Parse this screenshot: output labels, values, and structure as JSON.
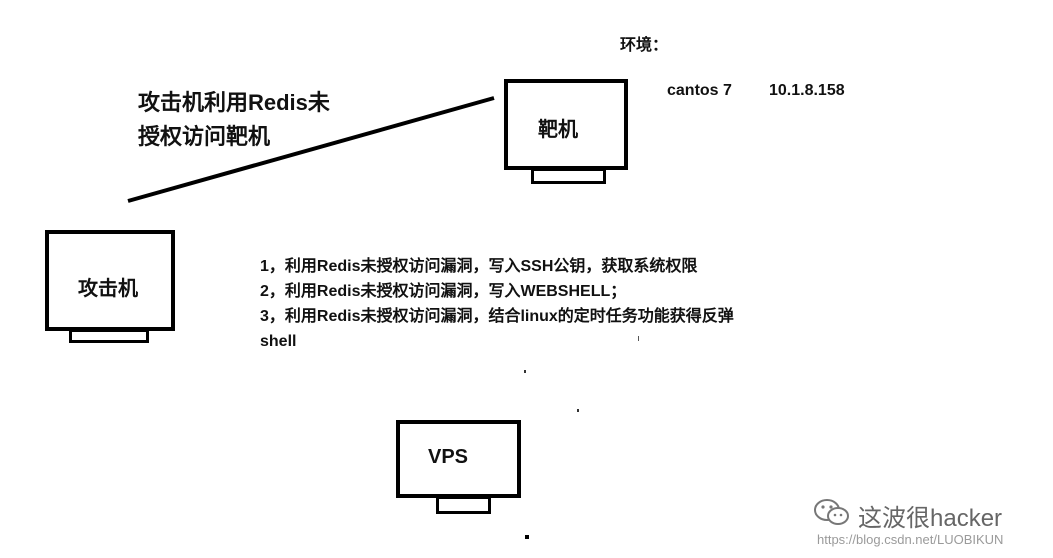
{
  "environment": {
    "title": "环境：",
    "os": "cantos 7",
    "ip": "10.1.8.158"
  },
  "target": {
    "label": "靶机"
  },
  "attacker": {
    "label": "攻击机"
  },
  "vps": {
    "label": "VPS"
  },
  "connection_label": {
    "line1": "攻击机利用Redis未",
    "line2": "授权访问靶机"
  },
  "methods": [
    "1，利用Redis未授权访问漏洞，写入SSH公钥，获取系统权限",
    "2，利用Redis未授权访问漏洞，写入WEBSHELL；",
    "3，利用Redis未授权访问漏洞，结合linux的定时任务功能获得反弹",
    "shell"
  ],
  "watermark": {
    "text": "这波很hacker",
    "url": "https://blog.csdn.net/LUOBIKUN"
  }
}
